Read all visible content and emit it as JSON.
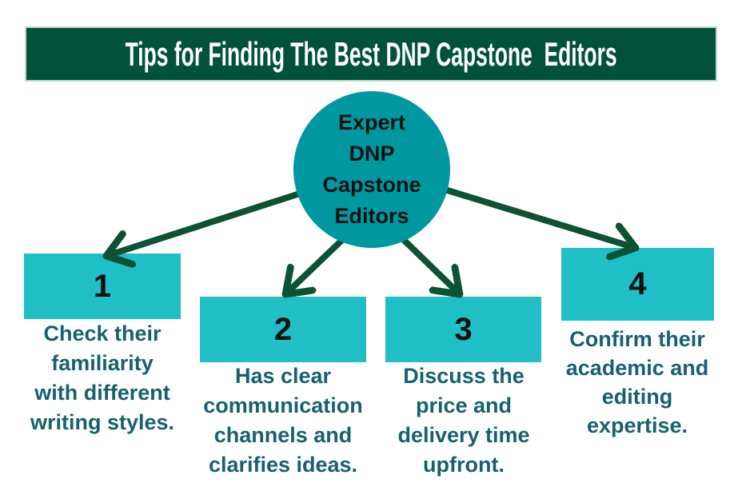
{
  "header": {
    "title": "Tips for Finding The Best DNP Capstone  Editors"
  },
  "center": {
    "lines": [
      "Expert",
      "DNP",
      "Capstone",
      "Editors"
    ]
  },
  "tips": [
    {
      "number": "1",
      "lines": [
        "Check their",
        "familiarity",
        "with different",
        "writing styles."
      ]
    },
    {
      "number": "2",
      "lines": [
        "Has clear",
        "communication",
        "channels and",
        "clarifies ideas."
      ]
    },
    {
      "number": "3",
      "lines": [
        "Discuss the",
        "price and",
        "delivery time",
        "upfront."
      ]
    },
    {
      "number": "4",
      "lines": [
        "Confirm their",
        "academic and",
        "editing",
        "expertise."
      ]
    }
  ],
  "colors": {
    "header_bg": "#02523B",
    "arrow": "#0D5233",
    "circle_bg": "#0098A0",
    "box_bg": "#1FBFC5",
    "desc_text": "#17616E",
    "dark_text": "#101010",
    "title_text": "#FFFFFF",
    "canvas_bg": "#FFFFFF"
  }
}
